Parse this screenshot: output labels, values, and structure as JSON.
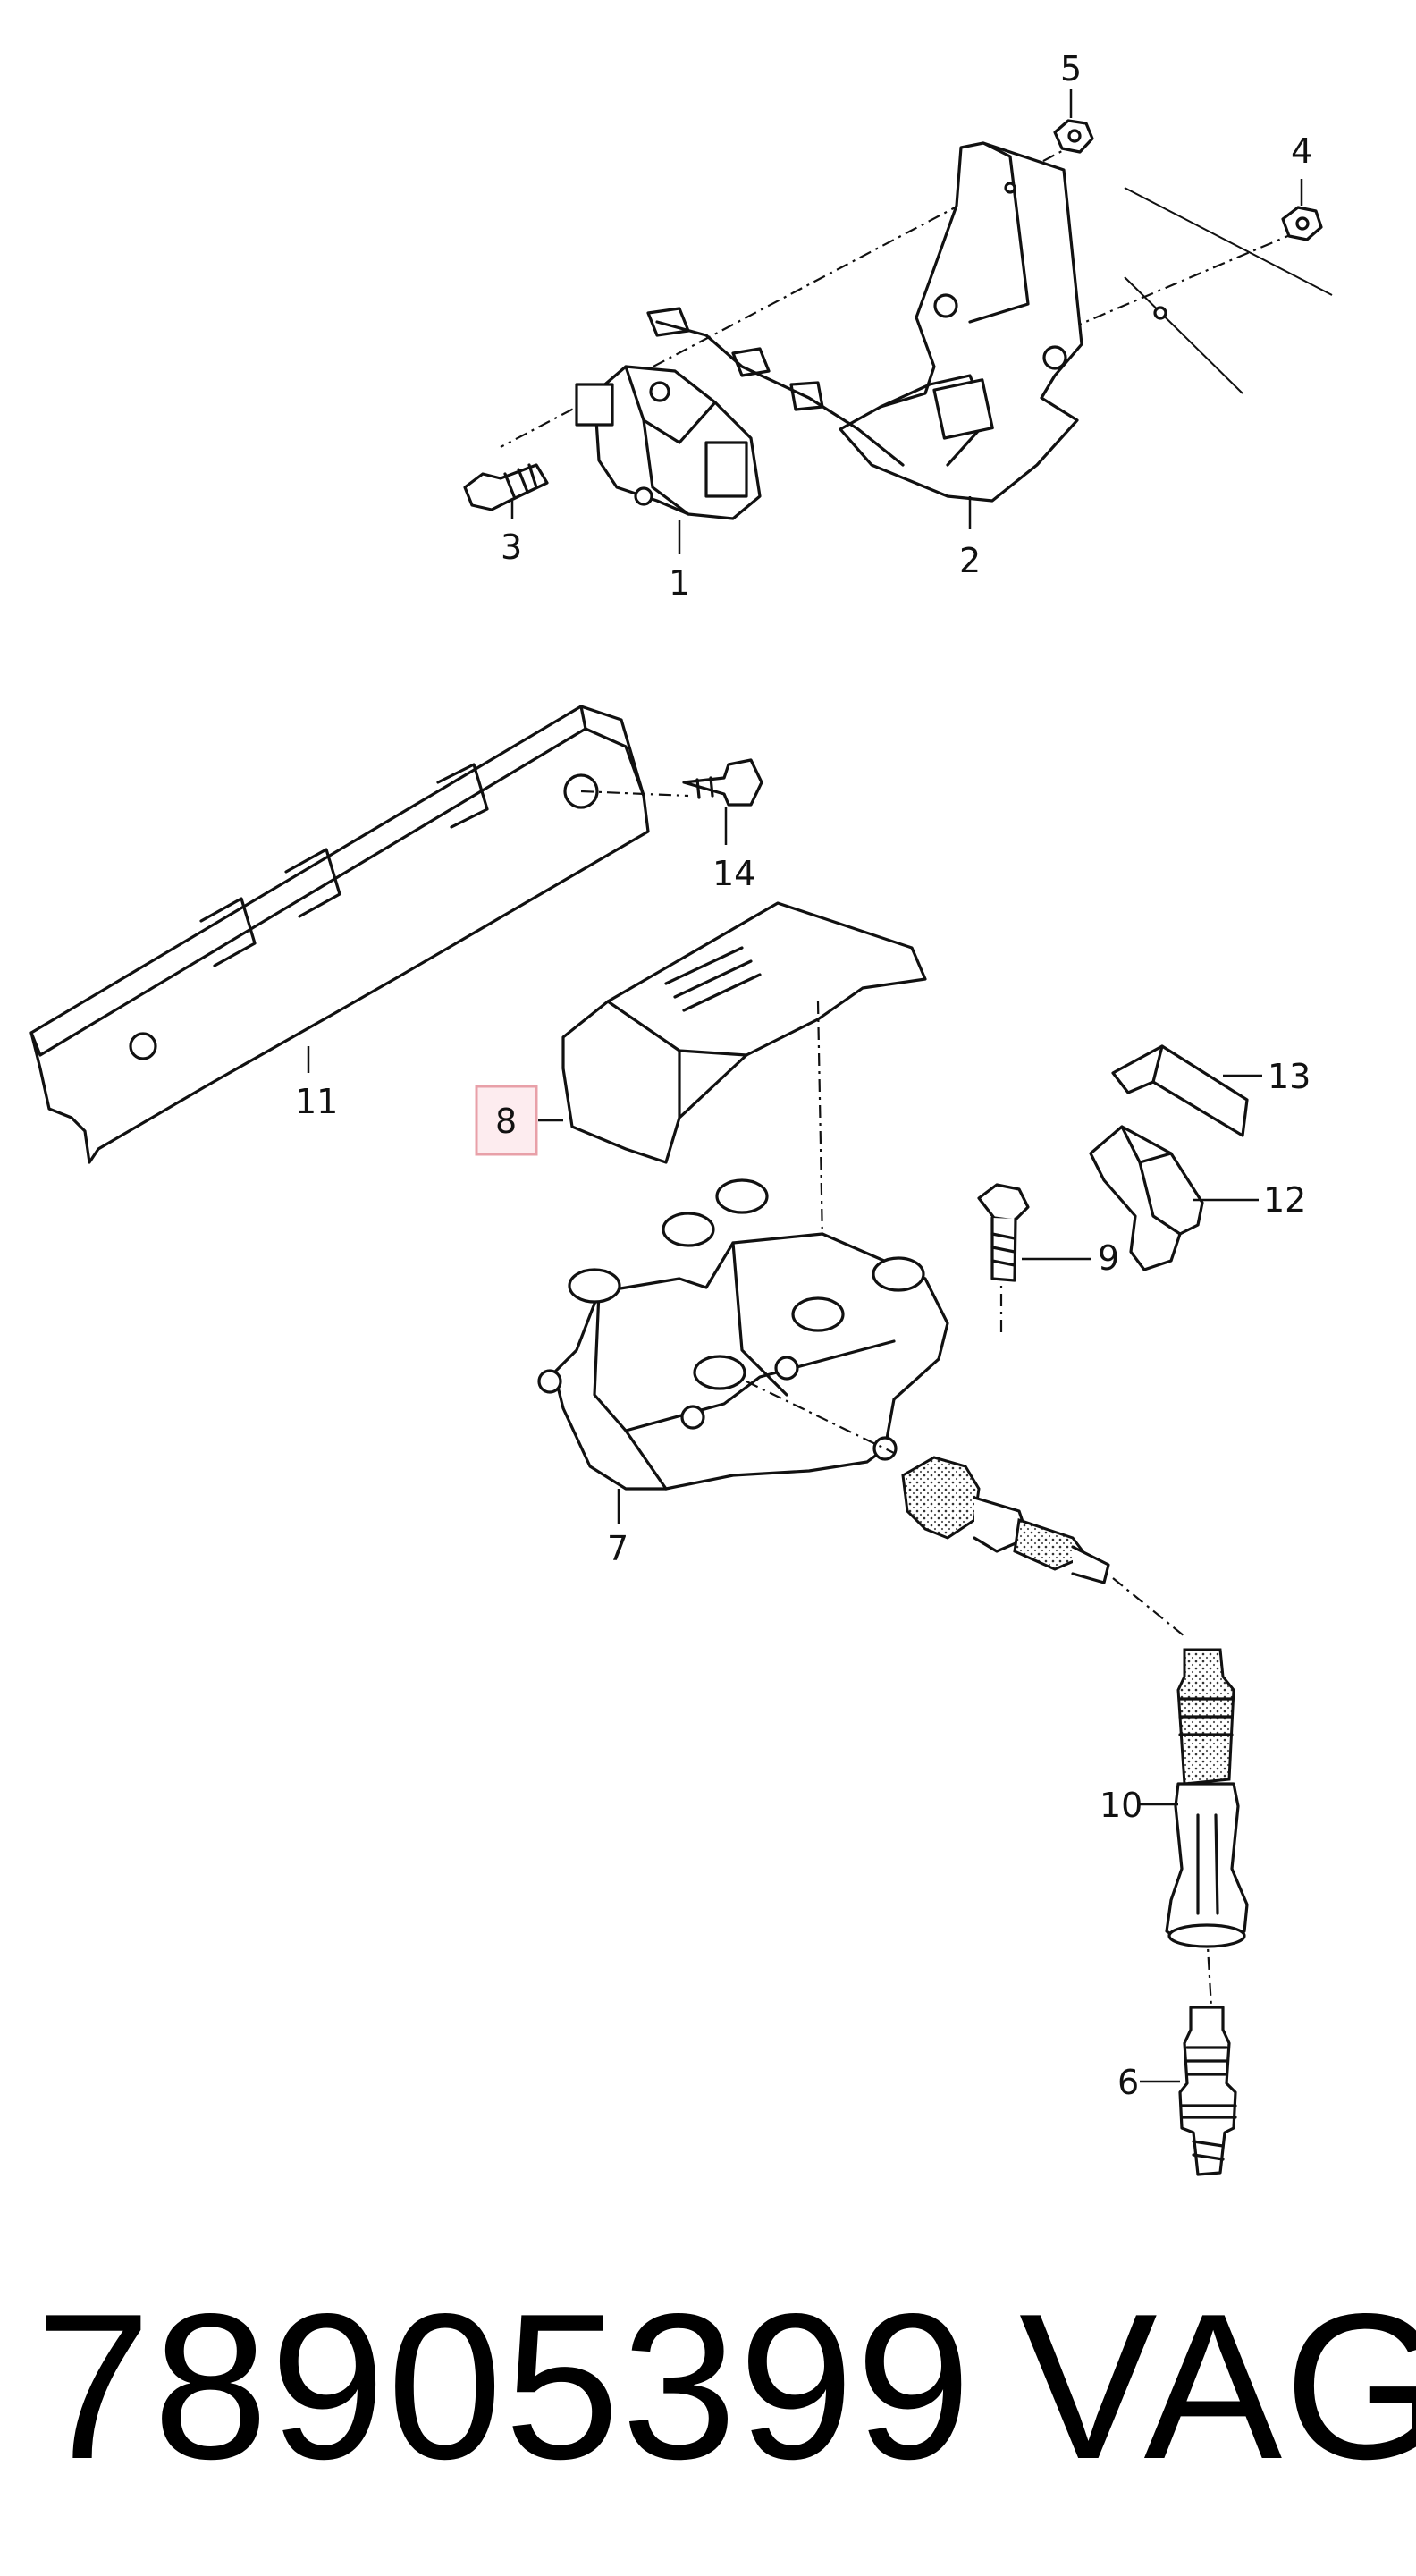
{
  "diagram": {
    "highlight_color": "#e8a0a8",
    "highlight_fill": "#fdecef",
    "callouts": {
      "c1": "1",
      "c2": "2",
      "c3": "3",
      "c4": "4",
      "c5": "5",
      "c6": "6",
      "c7": "7",
      "c8": "8",
      "c9": "9",
      "c10": "10",
      "c11": "11",
      "c12": "12",
      "c13": "13",
      "c14": "14"
    }
  },
  "footer": {
    "part_number": "78905399",
    "brand": "VAG"
  }
}
